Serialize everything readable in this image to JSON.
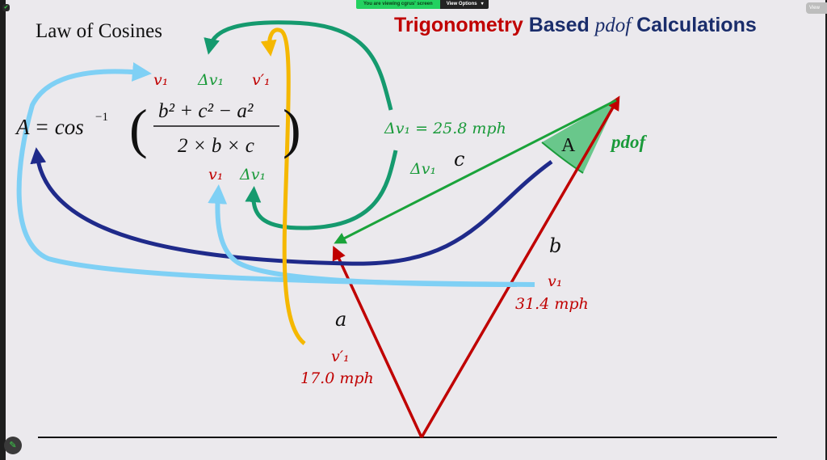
{
  "zoom_bar": {
    "viewing_text": "You are viewing cgrus' screen",
    "view_options_label": "View Options",
    "view_options_caret": "▾",
    "view_button_label": "View"
  },
  "slide": {
    "title_part1": "Trigonometry",
    "title_part2": "Based",
    "title_part3": "pdof",
    "title_part4": "Calculations",
    "subtitle": "Law of Cosines",
    "formula": {
      "lhs": "A = cos",
      "inverse_exp": "−1",
      "numerator": "b² + c² − a²",
      "denominator": "2 × b × c"
    },
    "labels_above": {
      "v1": "v₁",
      "dv1": "Δv₁",
      "vp1": "v′₁"
    },
    "labels_below": {
      "v1": "v₁",
      "dv1": "Δv₁"
    },
    "dv_value": "Δv₁ = 25.8 mph",
    "side_c_dv": "Δv₁",
    "side_c": "c",
    "angle_label": "A",
    "pdof_label": "pdof",
    "side_b": "b",
    "side_b_v": "v₁",
    "side_b_speed": "31.4 mph",
    "side_a": "a",
    "side_a_v": "v′₁",
    "side_a_speed": "17.0 mph"
  },
  "colors": {
    "red": "#c00000",
    "green": "#1a9a3a",
    "teal": "#159a6e",
    "navy": "#1f2a8a",
    "lightblue": "#7fd0f5",
    "yellow": "#f5b800",
    "title_blue": "#1a2d6b"
  }
}
